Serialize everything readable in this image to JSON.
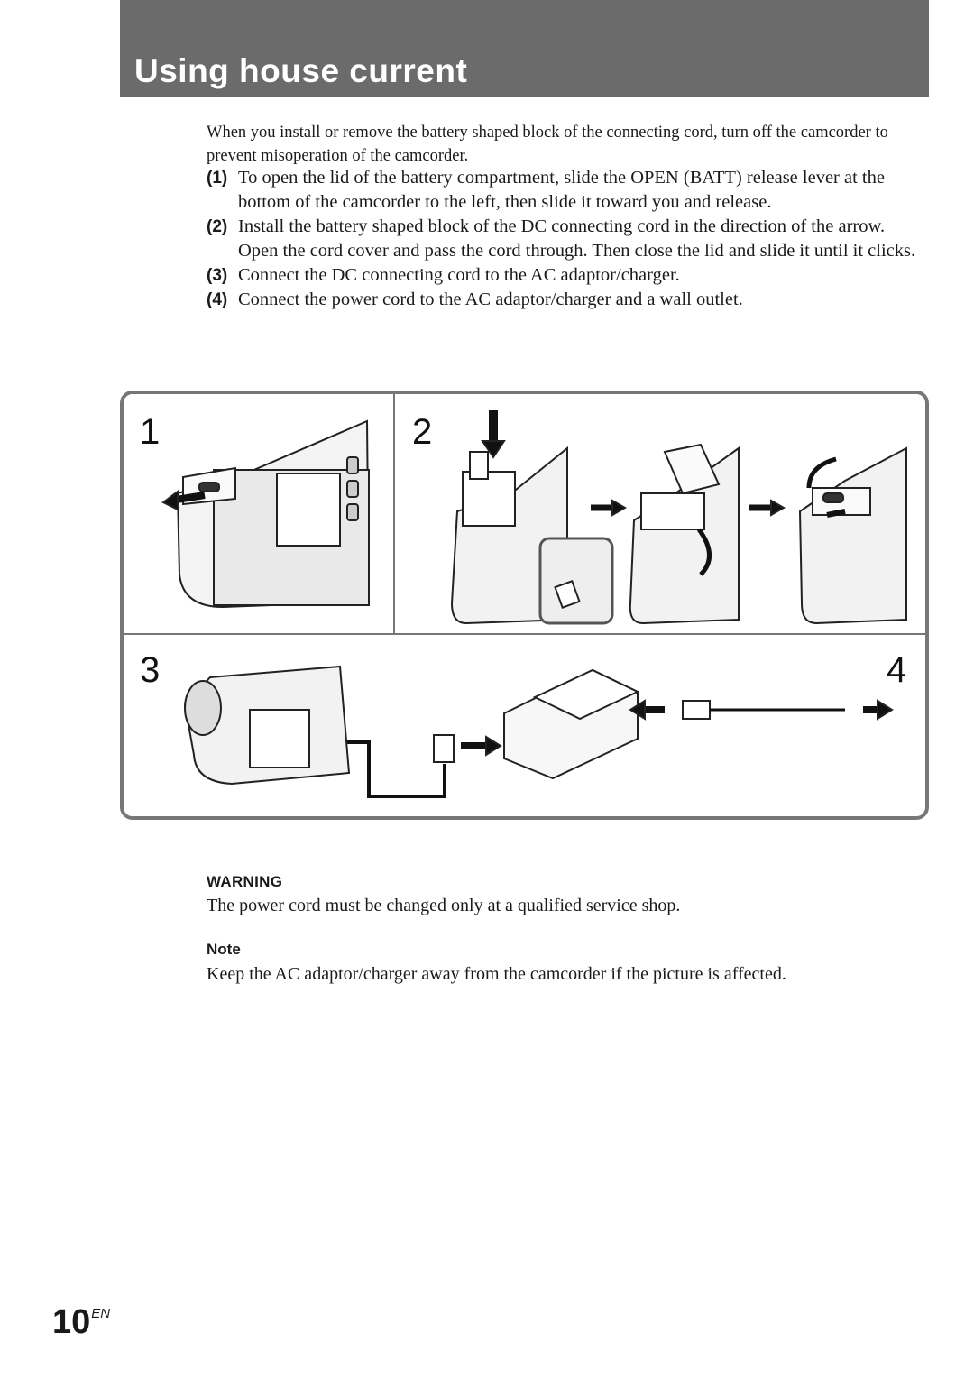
{
  "header": {
    "title": "Using house current"
  },
  "intro": "When you install or remove the battery shaped block of the connecting cord, turn off the camcorder to prevent misoperation of the camcorder.",
  "steps": [
    {
      "num": "(1)",
      "text": "To open the lid of the battery compartment, slide the OPEN (BATT) release lever at the bottom of the camcorder to the left, then slide it toward you and release."
    },
    {
      "num": "(2)",
      "text": "Install the battery shaped block of the DC connecting cord in the direction of the arrow.  Open the cord cover and pass the cord through.  Then close the lid and slide it until it clicks."
    },
    {
      "num": "(3)",
      "text": "Connect the DC connecting cord to the AC adaptor/charger."
    },
    {
      "num": "(4)",
      "text": "Connect the power cord to the AC adaptor/charger and a wall outlet."
    }
  ],
  "figure": {
    "panel_labels": [
      "1",
      "2",
      "3",
      "4"
    ]
  },
  "warning": {
    "heading": "WARNING",
    "text": "The power cord must be changed only at a qualified service shop."
  },
  "note": {
    "heading": "Note",
    "text": "Keep the AC adaptor/charger away from the camcorder if the picture is affected."
  },
  "footer": {
    "page_number": "10",
    "page_suffix": "EN"
  }
}
